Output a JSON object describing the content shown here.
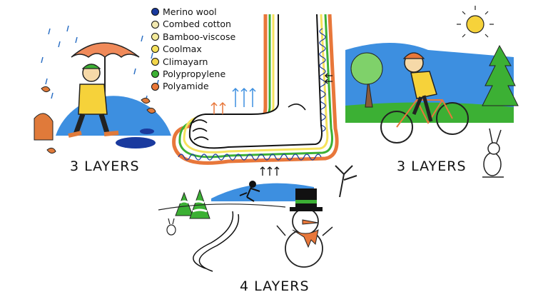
{
  "legend": {
    "items": [
      {
        "label": "Merino wool",
        "color": "#1a3a9e"
      },
      {
        "label": "Combed cotton",
        "color": "#f1e8b0"
      },
      {
        "label": "Bamboo-viscose",
        "color": "#f3ea9a"
      },
      {
        "label": "Coolmax",
        "color": "#f6e25c"
      },
      {
        "label": "Climayarn",
        "color": "#f2d54a"
      },
      {
        "label": "Polypropylene",
        "color": "#3cb034"
      },
      {
        "label": "Polyamide",
        "color": "#e8773a"
      }
    ]
  },
  "scenes": {
    "rain": {
      "caption": "3 LAYERS"
    },
    "cycling": {
      "caption": "3 LAYERS"
    },
    "winter": {
      "caption": "4 LAYERS"
    }
  },
  "colors": {
    "sky_blue": "#3d8fe0",
    "umbrella": "#f08a5a",
    "grass_green": "#3cb034",
    "sun_yellow": "#f6d23a",
    "leaf_orange": "#e07a3a"
  }
}
